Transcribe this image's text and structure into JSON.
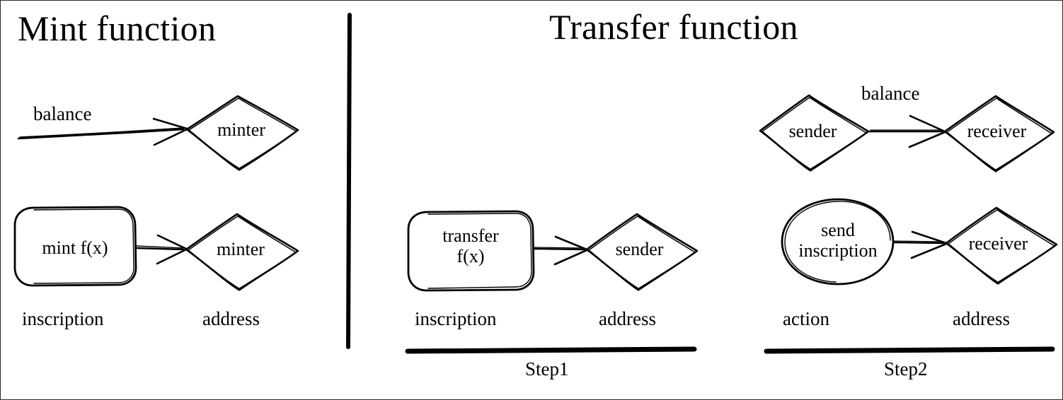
{
  "figure": {
    "panels": [
      {
        "id": "mint",
        "title": "Mint function",
        "rows": [
          {
            "id": "mint-balance-row",
            "edge_label": "balance",
            "target_node": "minter"
          },
          {
            "id": "mint-fx-row",
            "source_node": "mint f(x)",
            "target_node": "minter",
            "source_caption": "inscription",
            "target_caption": "address"
          }
        ]
      },
      {
        "id": "transfer",
        "title": "Transfer function",
        "balance_row": {
          "edge_label": "balance",
          "source_node": "sender",
          "target_node": "receiver"
        },
        "steps": [
          {
            "id": "step1",
            "caption": "Step1",
            "source_node": "transfer\nf(x)",
            "source_node_line1": "transfer",
            "source_node_line2": "f(x)",
            "target_node": "sender",
            "source_caption": "inscription",
            "target_caption": "address"
          },
          {
            "id": "step2",
            "caption": "Step2",
            "source_node_line1": "send",
            "source_node_line2": "inscription",
            "target_node": "receiver",
            "source_caption": "action",
            "target_caption": "address"
          }
        ]
      }
    ],
    "colors": {
      "stroke": "#000000",
      "background": "#ffffff",
      "frame": "#2b2b2b"
    }
  }
}
